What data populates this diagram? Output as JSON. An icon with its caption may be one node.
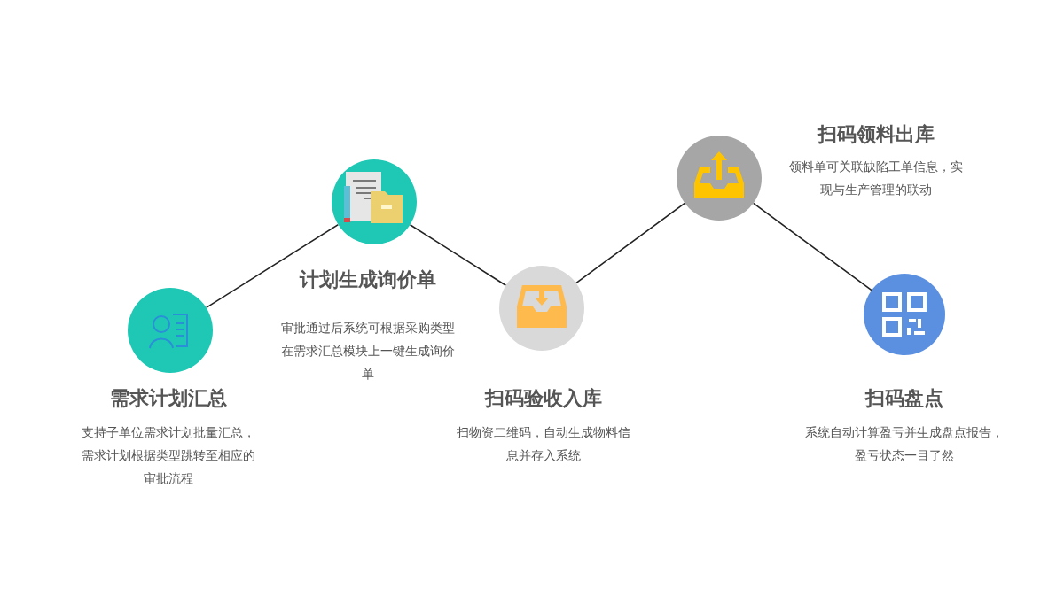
{
  "diagram": {
    "nodes": [
      {
        "text": [],
        "shape": "circle",
        "beside": [
          "需求计划汇总",
          "支持子单位需求计划批量汇总，需求计划根据类型跳转至相应的审批流程"
        ]
      },
      {
        "text": [],
        "shape": "circle",
        "beside": [
          "计划生成询价单",
          "审批通过后系统可根据采购类型在需求汇总模块上一键生成询价单"
        ]
      },
      {
        "text": [],
        "shape": "circle",
        "beside": [
          "扫码验收入库",
          "扫物资二维码，自动生成物料信息并存入系统"
        ]
      },
      {
        "text": [],
        "shape": "circle",
        "beside": [
          "扫码领料出库",
          "领料单可关联缺陷工单信息，实现与生产管理的联动"
        ]
      },
      {
        "text": [],
        "shape": "circle",
        "beside": [
          "扫码盘点",
          "系统自动计算盈亏并生成盘点报告，盈亏状态一目了然"
        ]
      }
    ],
    "edges": [
      {
        "from": 0,
        "to": 1,
        "arrow": "none"
      },
      {
        "from": 1,
        "to": 2,
        "arrow": "none"
      },
      {
        "from": 2,
        "to": 3,
        "arrow": "none"
      },
      {
        "from": 3,
        "to": 4,
        "arrow": "none"
      }
    ]
  }
}
